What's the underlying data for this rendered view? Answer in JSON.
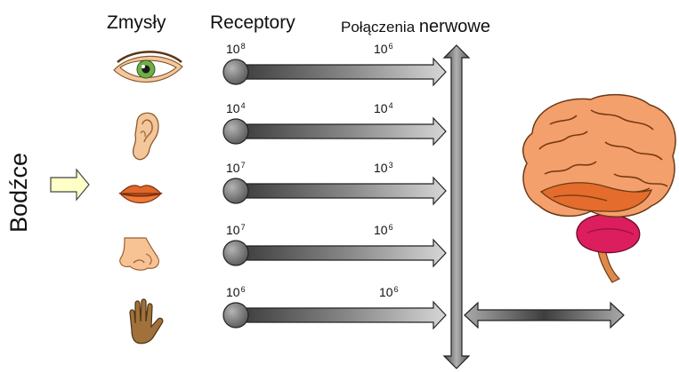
{
  "headers": {
    "senses": "Zmysły",
    "receptors": "Receptory",
    "connections_part1": "Połączenia",
    "connections_part2": "nerwowe"
  },
  "stimuli_label": "Bodźce",
  "rows": [
    {
      "sense_icon": "eye-icon",
      "receptors": {
        "base": "10",
        "exp": "8"
      },
      "nerves": {
        "base": "10",
        "exp": "6"
      }
    },
    {
      "sense_icon": "ear-icon",
      "receptors": {
        "base": "10",
        "exp": "4"
      },
      "nerves": {
        "base": "10",
        "exp": "4"
      }
    },
    {
      "sense_icon": "lips-icon",
      "receptors": {
        "base": "10",
        "exp": "7"
      },
      "nerves": {
        "base": "10",
        "exp": "3"
      }
    },
    {
      "sense_icon": "nose-icon",
      "receptors": {
        "base": "10",
        "exp": "7"
      },
      "nerves": {
        "base": "10",
        "exp": "6"
      }
    },
    {
      "sense_icon": "hand-icon",
      "receptors": {
        "base": "10",
        "exp": "6"
      },
      "nerves": {
        "base": "10",
        "exp": "6"
      }
    }
  ],
  "colors": {
    "arrow_dark": "#3a3a3a",
    "arrow_light": "#d6d6d6",
    "stimulus_arrow_fill": "#ffffc8",
    "brain_cortex": "#f29b6a",
    "brain_cerebellum": "#e0205e"
  }
}
